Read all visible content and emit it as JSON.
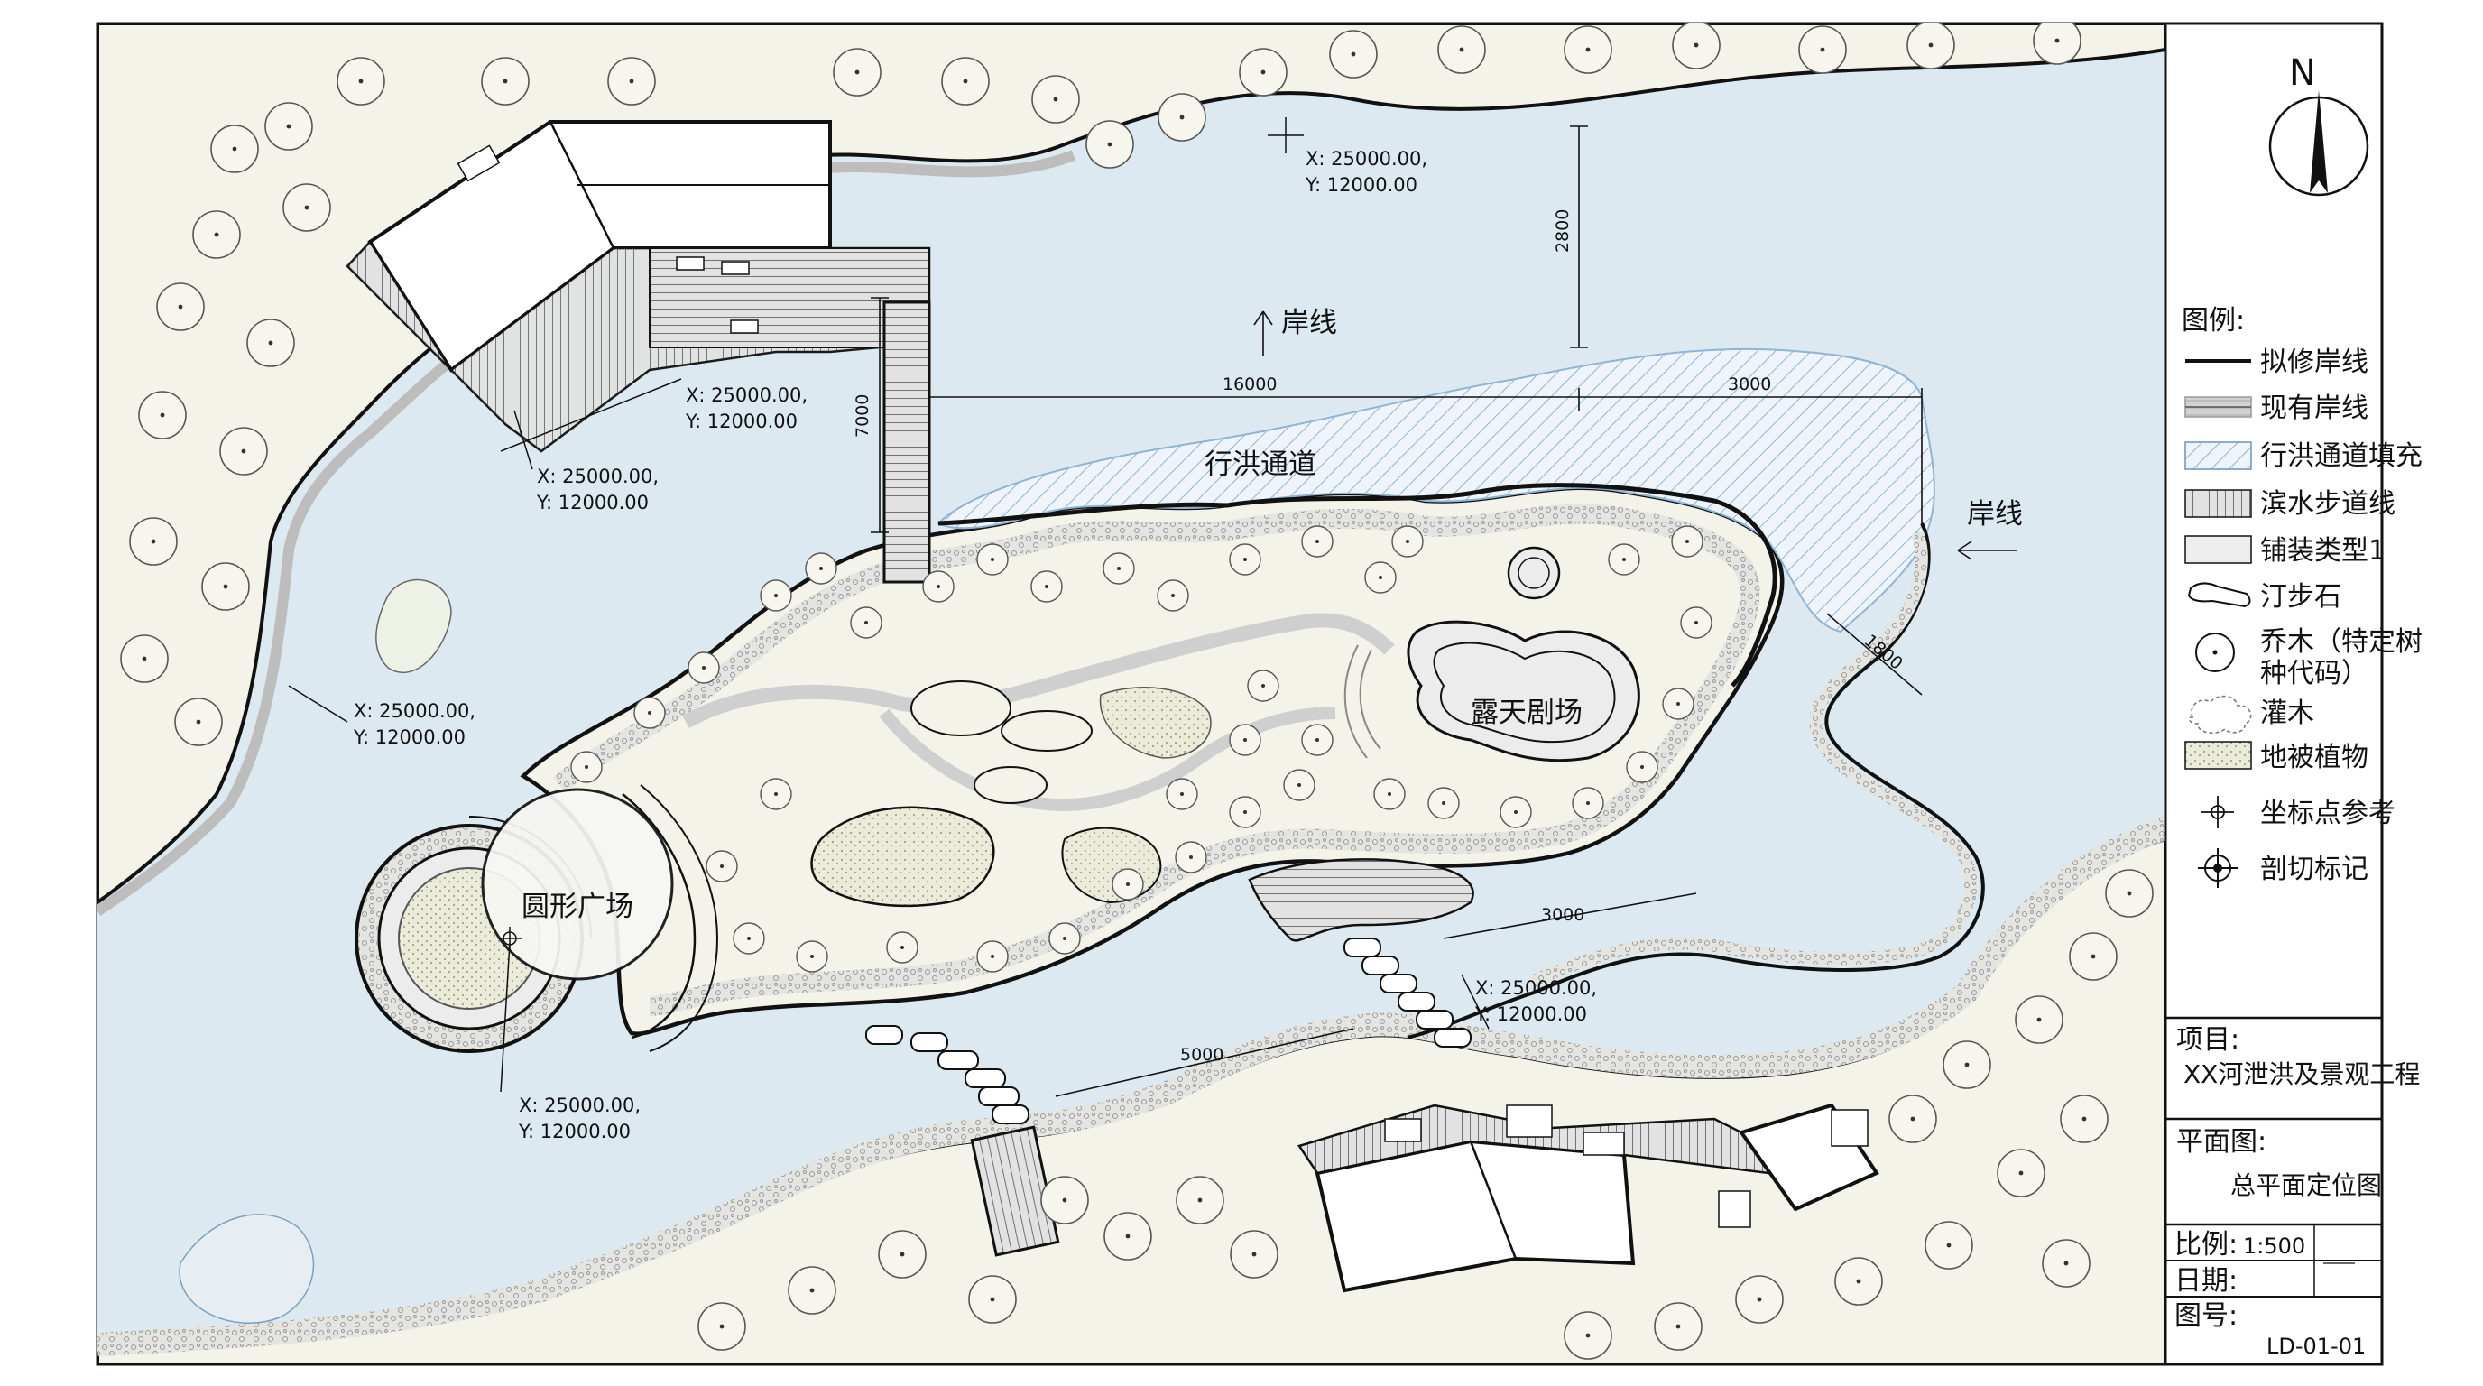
{
  "map": {
    "labels": {
      "channel": "行洪通道",
      "theater": "露天剧场",
      "plaza": "圆形广场",
      "shoreline_top": "岸线",
      "shoreline_right": "岸线"
    },
    "coordinates": [
      {
        "x": "X: 25000.00,",
        "y": "Y: 12000.00"
      },
      {
        "x": "X: 25000.00,",
        "y": "Y: 12000.00"
      },
      {
        "x": "X: 25000.00,",
        "y": "Y: 12000.00"
      },
      {
        "x": "X: 25000.00,",
        "y": "Y: 12000.00"
      },
      {
        "x": "X: 25000.00,",
        "y": "Y: 12000.00"
      },
      {
        "x": "X: 25000.00,",
        "y": "Y: 12000.00"
      }
    ],
    "dimensions": {
      "d2800": "2800",
      "d16000": "16000",
      "d3000_top": "3000",
      "d7000": "7000",
      "d1800": "1800",
      "d3000_mid": "3000",
      "d5000": "5000"
    }
  },
  "north_arrow": {
    "label": "N"
  },
  "legend": {
    "title": "图例:",
    "items": [
      {
        "label": "拟修岸线",
        "icon": "proposed-shoreline-line"
      },
      {
        "label": "现有岸线",
        "icon": "existing-shoreline-band"
      },
      {
        "label": "行洪通道填充",
        "icon": "flood-channel-hatch"
      },
      {
        "label": "滨水步道线",
        "icon": "waterfront-walkway-stripes"
      },
      {
        "label": "铺装类型1",
        "icon": "paving-type-box"
      },
      {
        "label": "汀步石",
        "icon": "stepping-stone-shape"
      },
      {
        "label": "乔木（特定树",
        "label2": "种代码）",
        "icon": "tree-circle"
      },
      {
        "label": "灌木",
        "icon": "shrub-cloud"
      },
      {
        "label": "地被植物",
        "icon": "groundcover-dots"
      },
      {
        "label": "坐标点参考",
        "icon": "coordinate-crosshair"
      },
      {
        "label": "剖切标记",
        "icon": "section-marker"
      }
    ]
  },
  "title_block": {
    "project_label": "项目:",
    "project_name": "XX河泄洪及景观工程",
    "plan_label": "平面图:",
    "plan_name": "总平面定位图",
    "scale_label": "比例:",
    "scale_value": "1:500",
    "date_label": "日期:",
    "date_value": "",
    "drawing_no_label": "图号:",
    "drawing_no": "LD-01-01"
  },
  "colors": {
    "water": "#dde9f1",
    "land": "#f3f3e9",
    "paving": "#dcdcdc",
    "ink": "#111111",
    "hatch": "#8fb4d6"
  }
}
